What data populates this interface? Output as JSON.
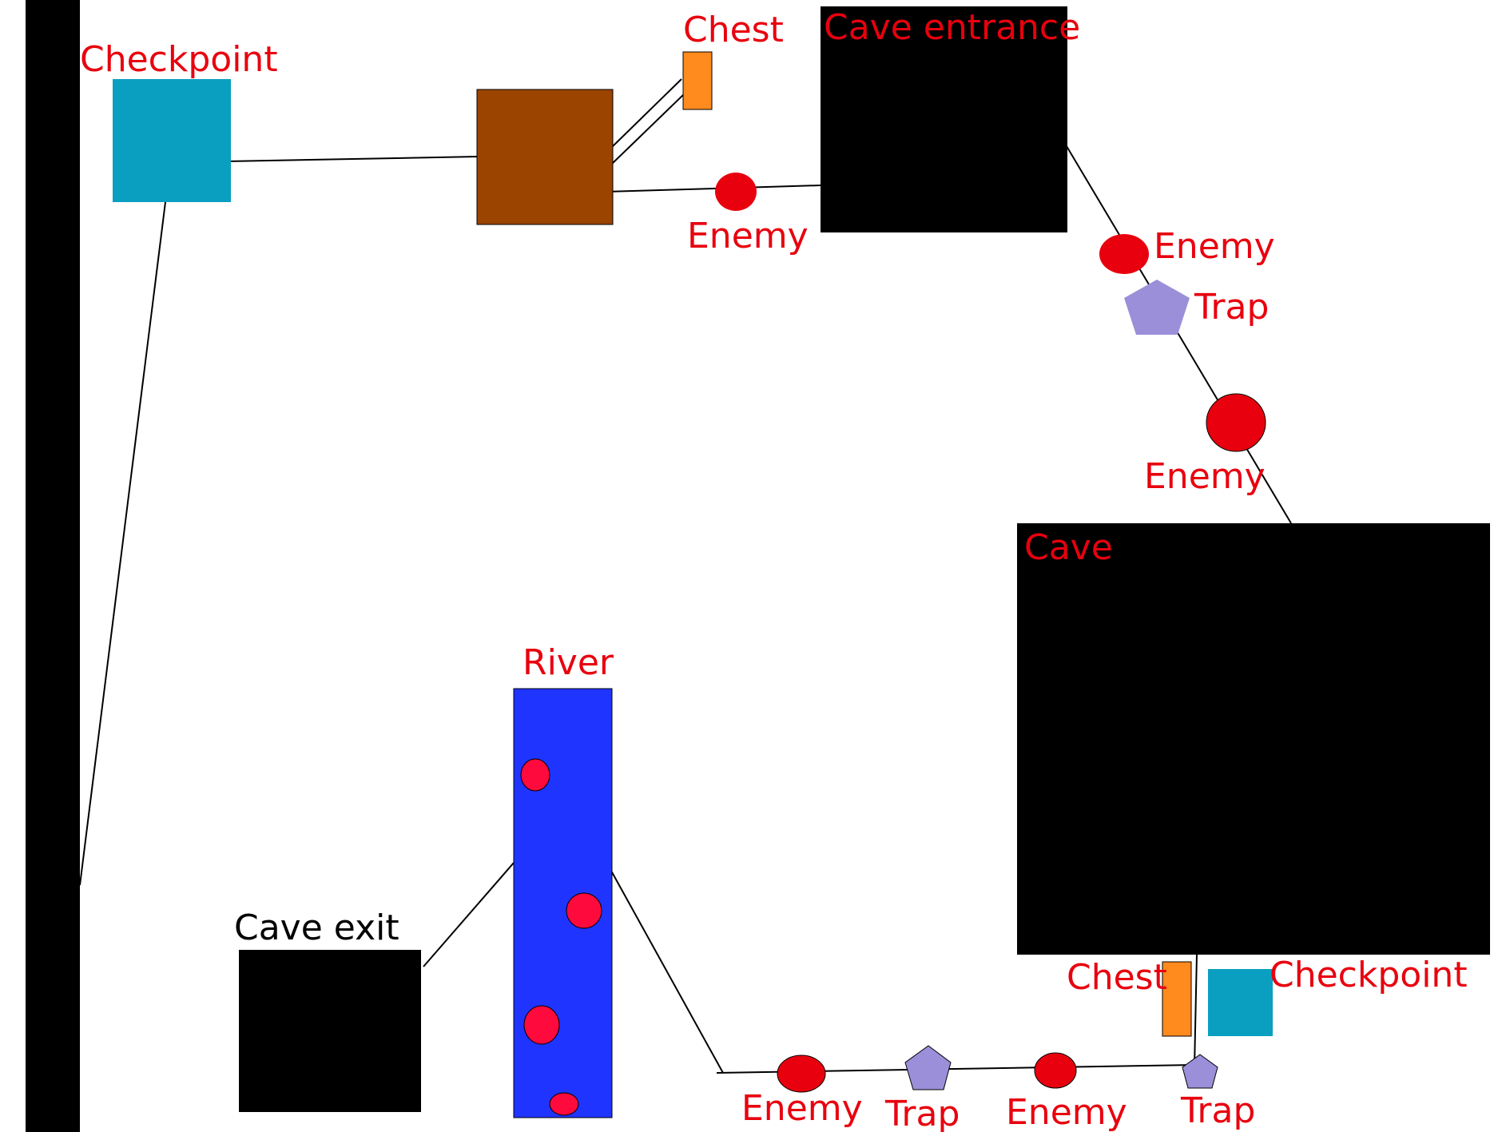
{
  "labels": {
    "checkpoint_top": "Checkpoint",
    "chest_top": "Chest",
    "cave_entrance": "Cave entrance",
    "enemy_1": "Enemy",
    "enemy_2": "Enemy",
    "trap_1": "Trap",
    "enemy_3": "Enemy",
    "cave": "Cave",
    "river": "River",
    "cave_exit": "Cave exit",
    "chest_bottom": "Chest",
    "checkpoint_bottom": "Checkpoint",
    "enemy_4": "Enemy",
    "trap_2": "Trap",
    "enemy_5": "Enemy",
    "trap_3": "Trap"
  },
  "colors": {
    "label": "#e8000e",
    "label_dark": "#000000",
    "checkpoint": "#0a9fc0",
    "room": "#9a4400",
    "chest": "#ff8a1d",
    "enemy": "#e8000e",
    "river_enemy": "#ff0a3c",
    "trap": "#9b8fd9",
    "river": "#1f35ff",
    "cave": "#000000",
    "wall": "#000000"
  }
}
